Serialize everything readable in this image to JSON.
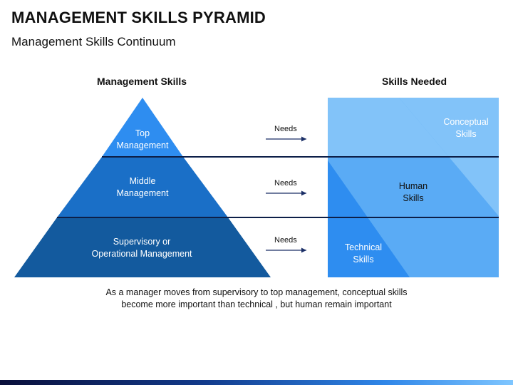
{
  "title": "MANAGEMENT SKILLS PYRAMID",
  "subtitle": "Management Skills Continuum",
  "headers": {
    "left": "Management Skills",
    "right": "Skills Needed"
  },
  "pyramid": {
    "top": [
      "Top",
      "Management"
    ],
    "middle": [
      "Middle",
      "Management"
    ],
    "bottom": [
      "Supervisory or",
      "Operational Management"
    ]
  },
  "arrows": [
    "Needs",
    "Needs",
    "Needs"
  ],
  "skills": {
    "conceptual": [
      "Conceptual",
      "Skills"
    ],
    "human": [
      "Human",
      "Skills"
    ],
    "technical": [
      "Technical",
      "Skills"
    ]
  },
  "caption": [
    "As a manager moves from supervisory to top management, conceptual skills",
    "become more important than technical , but human remain important"
  ],
  "colors": {
    "pyr_top": "#2e8df0",
    "pyr_mid": "#1a6fc7",
    "pyr_bot": "#135a9e",
    "skill_light": "#82c3f9",
    "skill_mid": "#5aabf5",
    "skill_dark": "#2e8df0",
    "divider": "#0d1f48",
    "arrow": "#1a2e66"
  }
}
